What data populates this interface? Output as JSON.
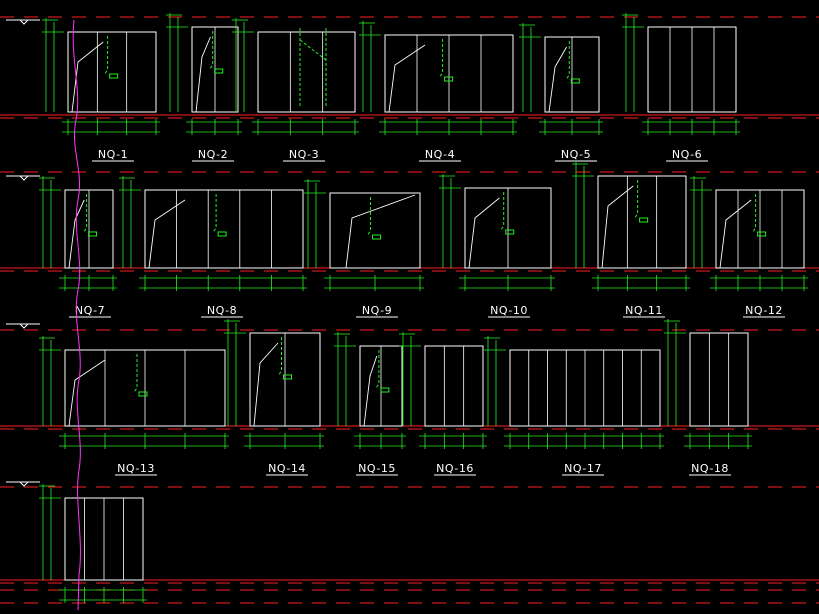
{
  "drawing": {
    "background": "#000000",
    "colors": {
      "floor": "#ff2020",
      "dimension": "#22ee22",
      "outline": "#ffffff",
      "axis": "#ff33ff"
    },
    "panels": [
      {
        "label": "NQ-1"
      },
      {
        "label": "NQ-2"
      },
      {
        "label": "NQ-3"
      },
      {
        "label": "NQ-4"
      },
      {
        "label": "NQ-5"
      },
      {
        "label": "NQ-6"
      },
      {
        "label": "NQ-7"
      },
      {
        "label": "NQ-8"
      },
      {
        "label": "NQ-9"
      },
      {
        "label": "NQ-10"
      },
      {
        "label": "NQ-11"
      },
      {
        "label": "NQ-12"
      },
      {
        "label": "NQ-13"
      },
      {
        "label": "NQ-14"
      },
      {
        "label": "NQ-15"
      },
      {
        "label": "NQ-16"
      },
      {
        "label": "NQ-17"
      },
      {
        "label": "NQ-18"
      }
    ]
  }
}
